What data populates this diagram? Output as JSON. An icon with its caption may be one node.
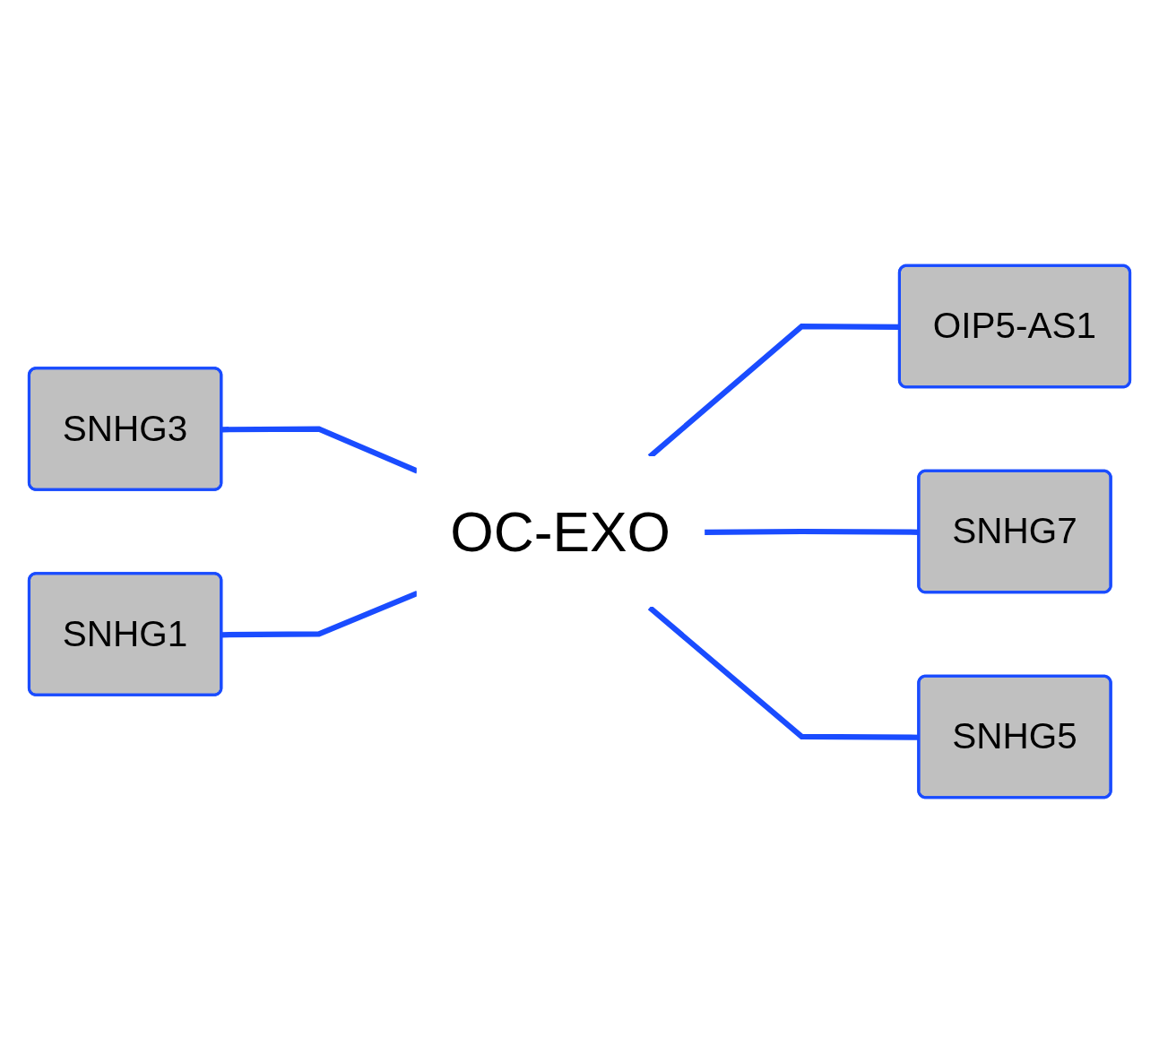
{
  "diagram": {
    "nodes": [
      {
        "text": [
          "OIP5-AS1"
        ]
      },
      {
        "text": [
          "SNHG3"
        ]
      },
      {
        "text": [
          "OC-EXO"
        ]
      },
      {
        "text": [
          "SNHG7"
        ]
      },
      {
        "text": [
          "SNHG1"
        ]
      },
      {
        "text": [
          "SNHG5"
        ]
      }
    ],
    "edges": [
      {
        "from": 2,
        "to": 0,
        "arrow": "none"
      },
      {
        "from": 2,
        "to": 1,
        "arrow": "none"
      },
      {
        "from": 2,
        "to": 3,
        "arrow": "none"
      },
      {
        "from": 2,
        "to": 4,
        "arrow": "none"
      },
      {
        "from": 2,
        "to": 5,
        "arrow": "none"
      }
    ]
  }
}
